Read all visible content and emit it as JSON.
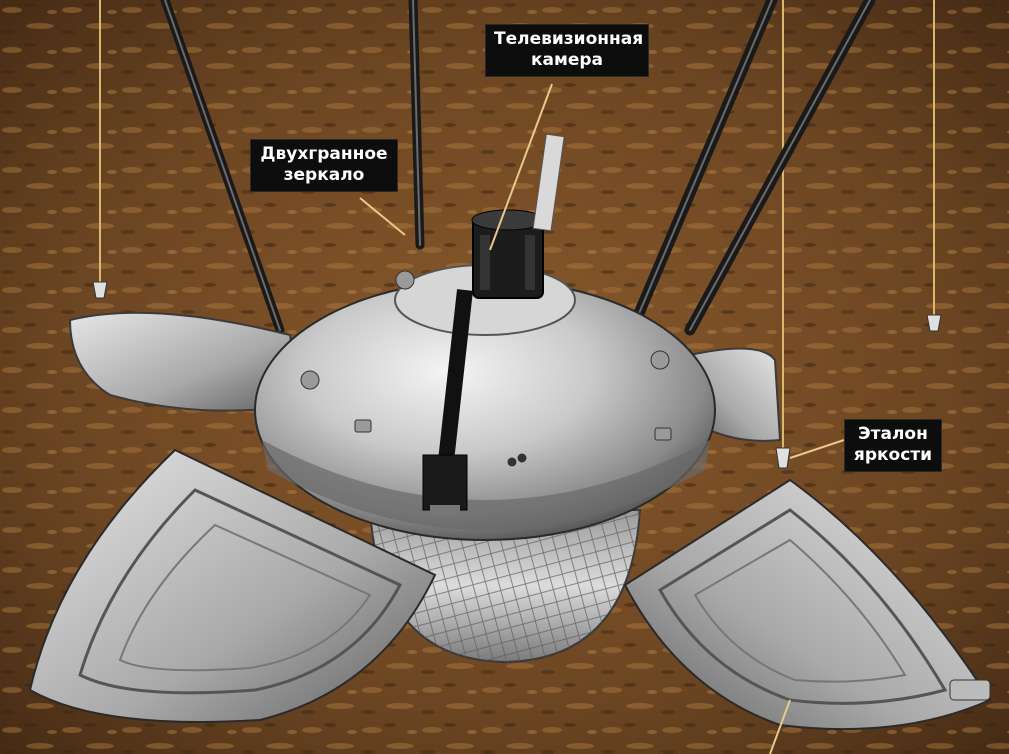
{
  "labels": {
    "camera": {
      "line1": "Телевизионная",
      "line2": "камера"
    },
    "mirror": {
      "line1": "Двухгранное",
      "line2": "зеркало"
    },
    "brightness": {
      "line1": "Эталон",
      "line2": "яркости"
    }
  },
  "colors": {
    "background": "#6b4522",
    "body_metal": "#c9c9c9",
    "label_bg": "#0d0d0d",
    "label_text": "#ffffff",
    "leader_line": "#e8c98a"
  }
}
